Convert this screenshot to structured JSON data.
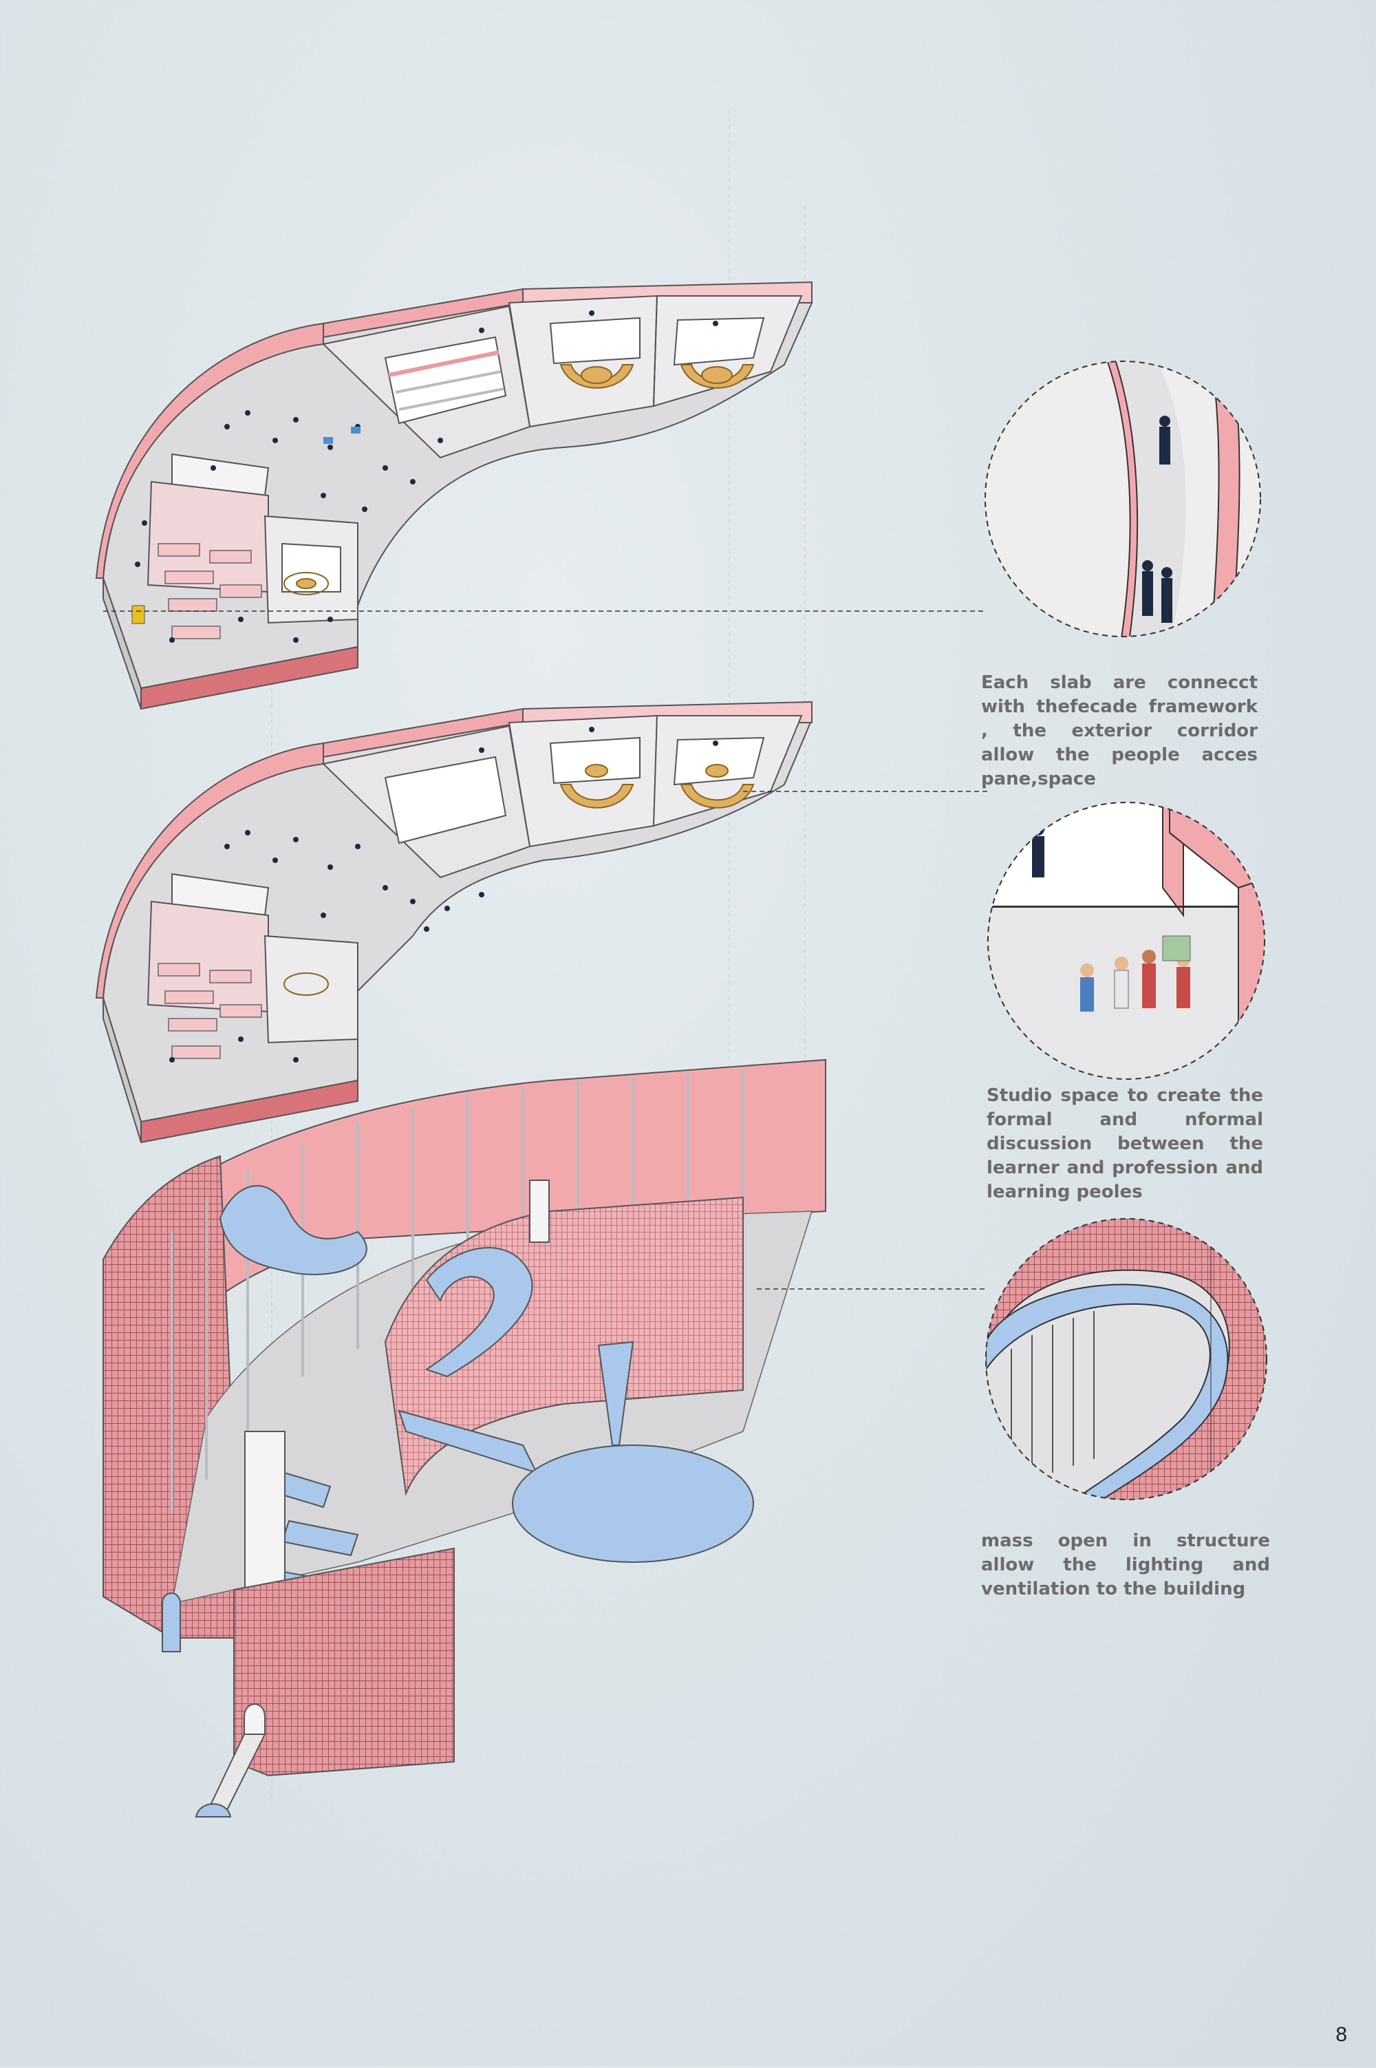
{
  "annotations": [
    {
      "text": "Each slab are connecct with thefecade framework , the exterior corridor allow the people acces pane,space"
    },
    {
      "text": "Studio space to create the formal and nformal discussion between the learner and profession and learning peoles"
    },
    {
      "text": "mass open in structure allow the lighting and ventilation to the building"
    }
  ],
  "page_number": "8",
  "colors": {
    "facade_pink": "#f2a9ae",
    "facade_red": "#d9737a",
    "slab_gray": "#d9d9db",
    "stair_blue": "#a9c8eb",
    "outline": "#4a4a4a"
  }
}
